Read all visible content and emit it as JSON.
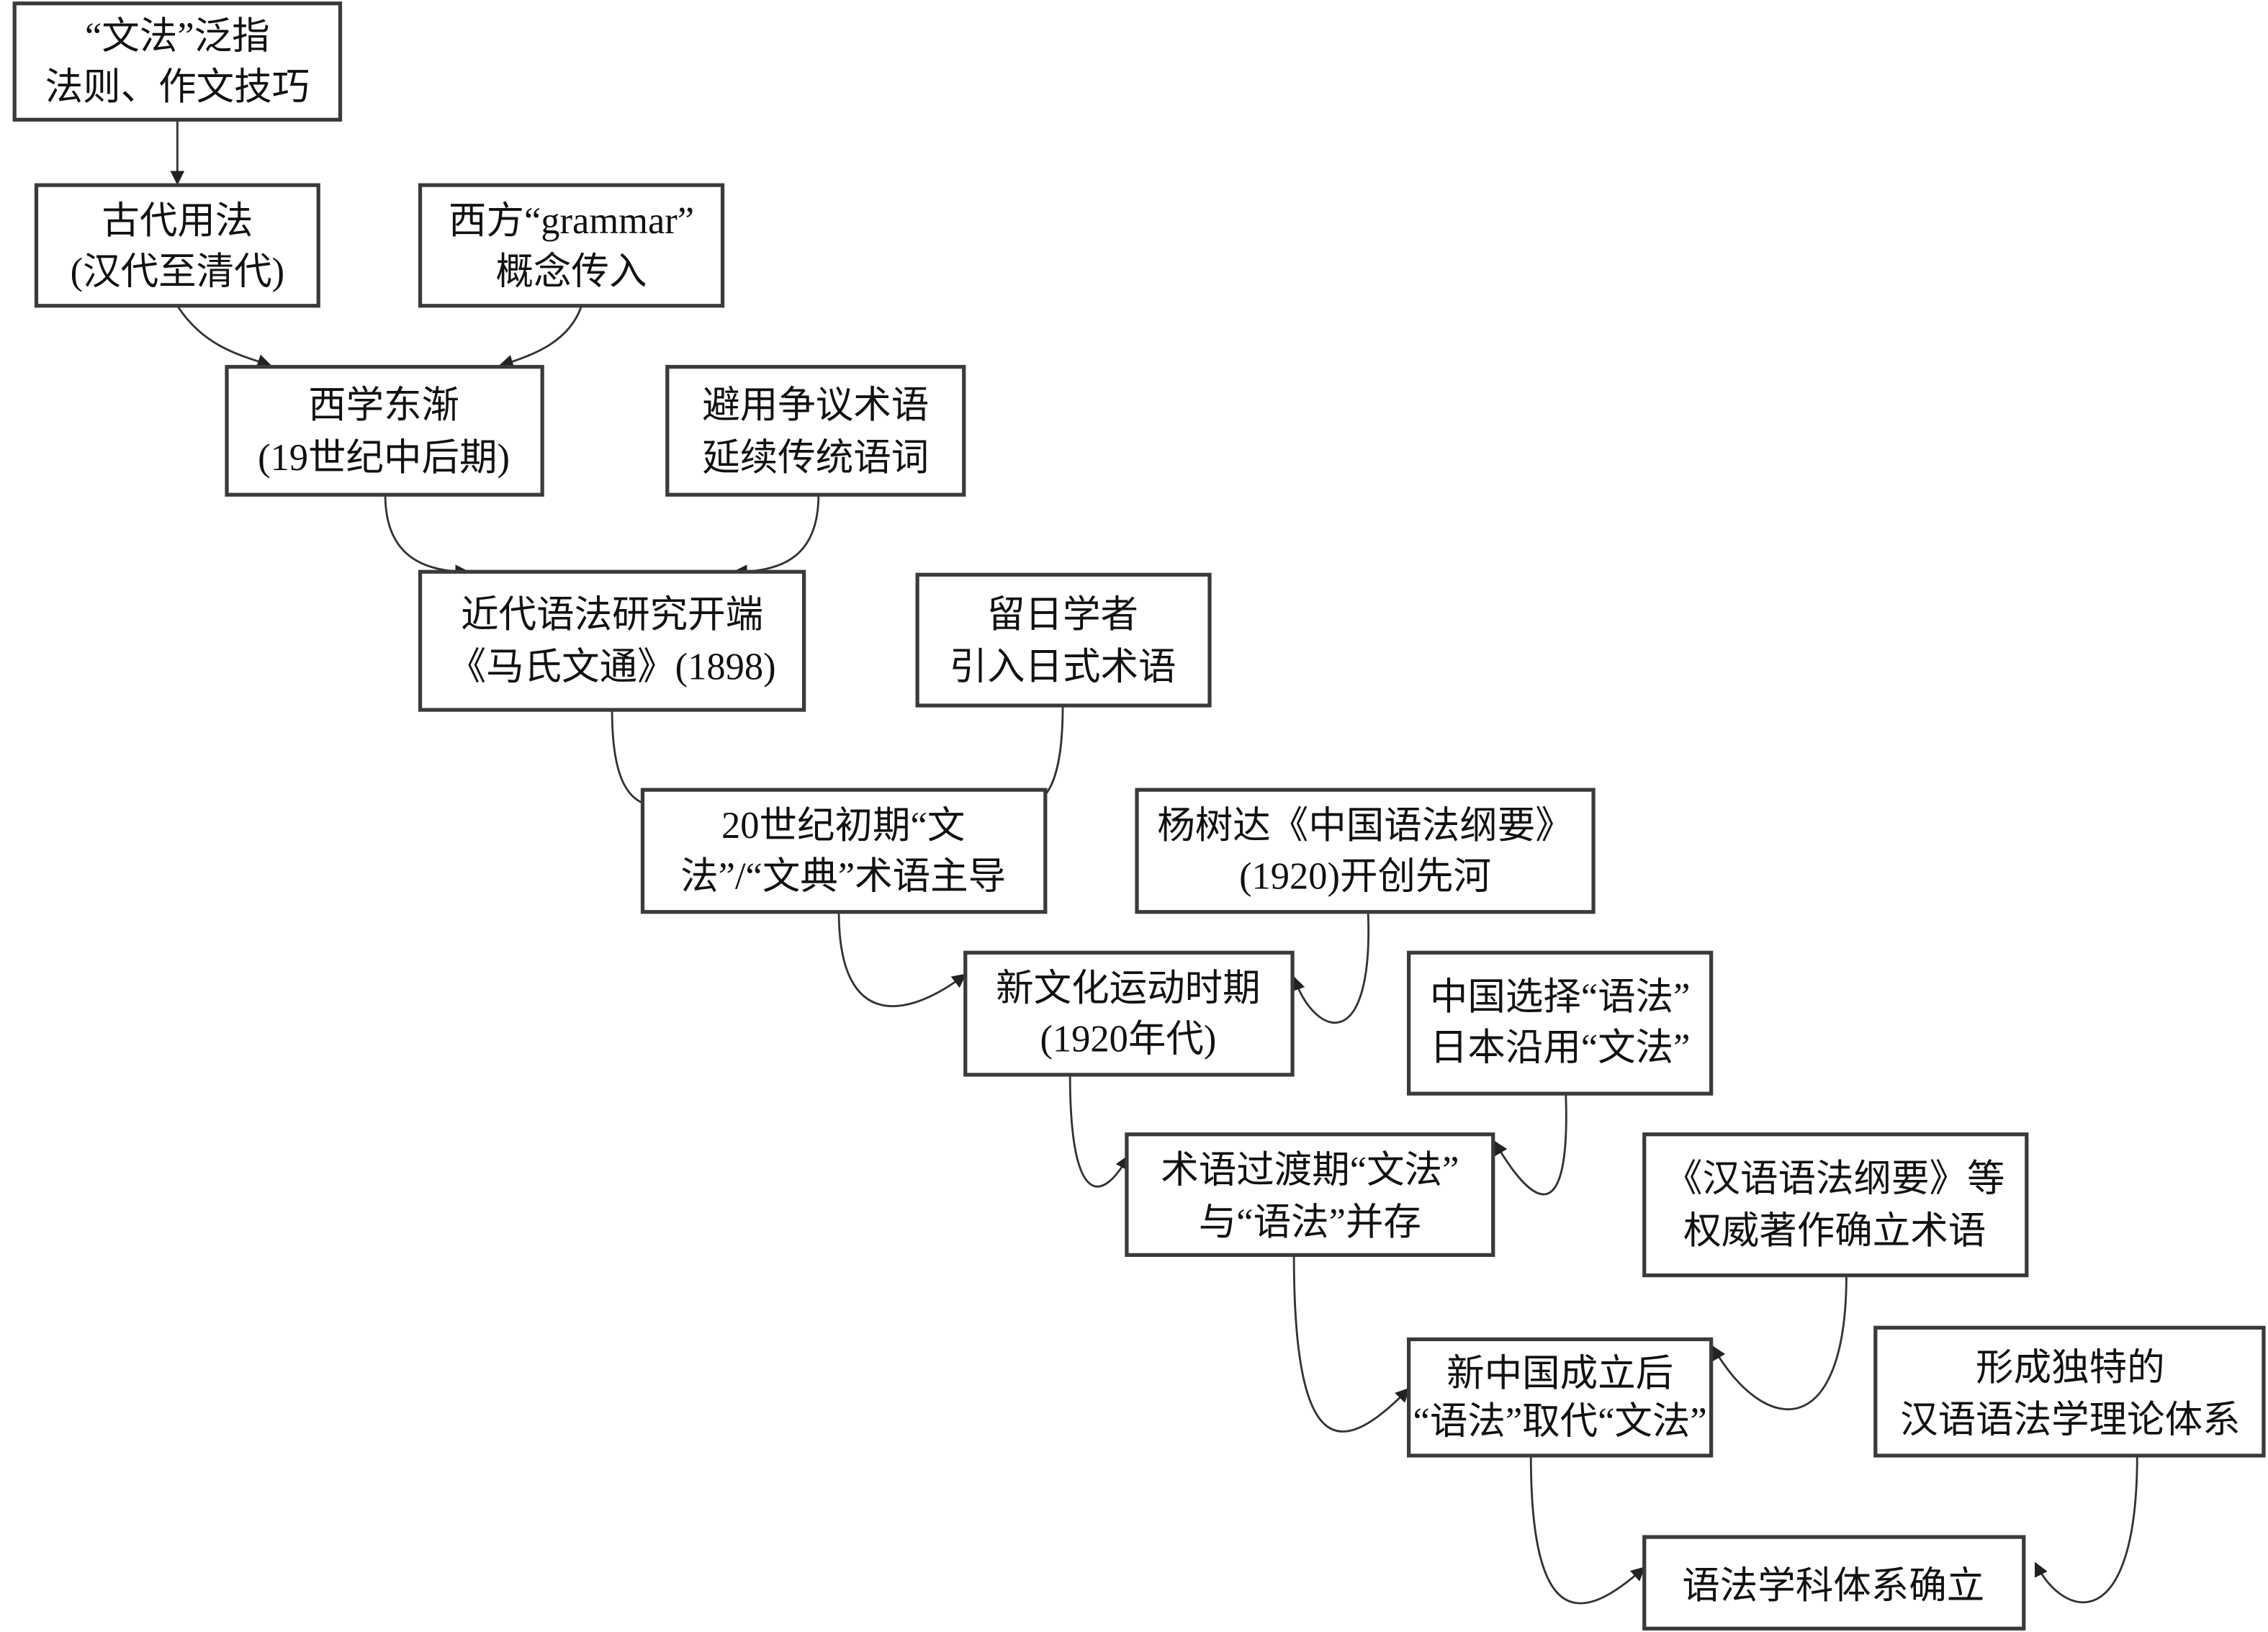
{
  "diagram": {
    "type": "flowchart",
    "nodes": [
      {
        "id": "n1",
        "lines": [
          "“文法”泛指",
          "法则、作文技巧"
        ]
      },
      {
        "id": "n2",
        "lines": [
          "古代用法",
          "(汉代至清代)"
        ]
      },
      {
        "id": "n3",
        "lines": [
          "西方“grammar”",
          "概念传入"
        ]
      },
      {
        "id": "n4",
        "lines": [
          "西学东渐",
          "(19世纪中后期)"
        ]
      },
      {
        "id": "n5",
        "lines": [
          "避用争议术语",
          "延续传统语词"
        ]
      },
      {
        "id": "n6",
        "lines": [
          "近代语法研究开端",
          "《马氏文通》(1898)"
        ]
      },
      {
        "id": "n7",
        "lines": [
          "留日学者",
          "引入日式术语"
        ]
      },
      {
        "id": "n8",
        "lines": [
          "20世纪初期“文",
          "法”/“文典”术语主导"
        ]
      },
      {
        "id": "n9",
        "lines": [
          "杨树达《中国语法纲要》",
          "(1920)开创先河"
        ]
      },
      {
        "id": "n10",
        "lines": [
          "新文化运动时期",
          "(1920年代)"
        ]
      },
      {
        "id": "n11",
        "lines": [
          "中国选择“语法”",
          "日本沿用“文法”"
        ]
      },
      {
        "id": "n12",
        "lines": [
          "术语过渡期“文法”",
          "与“语法”并存"
        ]
      },
      {
        "id": "n13",
        "lines": [
          "《汉语语法纲要》等",
          "权威著作确立术语"
        ]
      },
      {
        "id": "n14",
        "lines": [
          "新中国成立后",
          "“语法”取代“文法”"
        ]
      },
      {
        "id": "n15",
        "lines": [
          "形成独特的",
          "汉语语法学理论体系"
        ]
      },
      {
        "id": "n16",
        "lines": [
          "语法学科体系确立"
        ]
      }
    ],
    "edges": [
      [
        "n1",
        "n2"
      ],
      [
        "n2",
        "n4"
      ],
      [
        "n3",
        "n4"
      ],
      [
        "n4",
        "n6"
      ],
      [
        "n5",
        "n6"
      ],
      [
        "n6",
        "n8"
      ],
      [
        "n7",
        "n8"
      ],
      [
        "n8",
        "n10"
      ],
      [
        "n9",
        "n10"
      ],
      [
        "n10",
        "n12"
      ],
      [
        "n11",
        "n12"
      ],
      [
        "n12",
        "n14"
      ],
      [
        "n13",
        "n14"
      ],
      [
        "n14",
        "n16"
      ],
      [
        "n15",
        "n16"
      ]
    ]
  }
}
